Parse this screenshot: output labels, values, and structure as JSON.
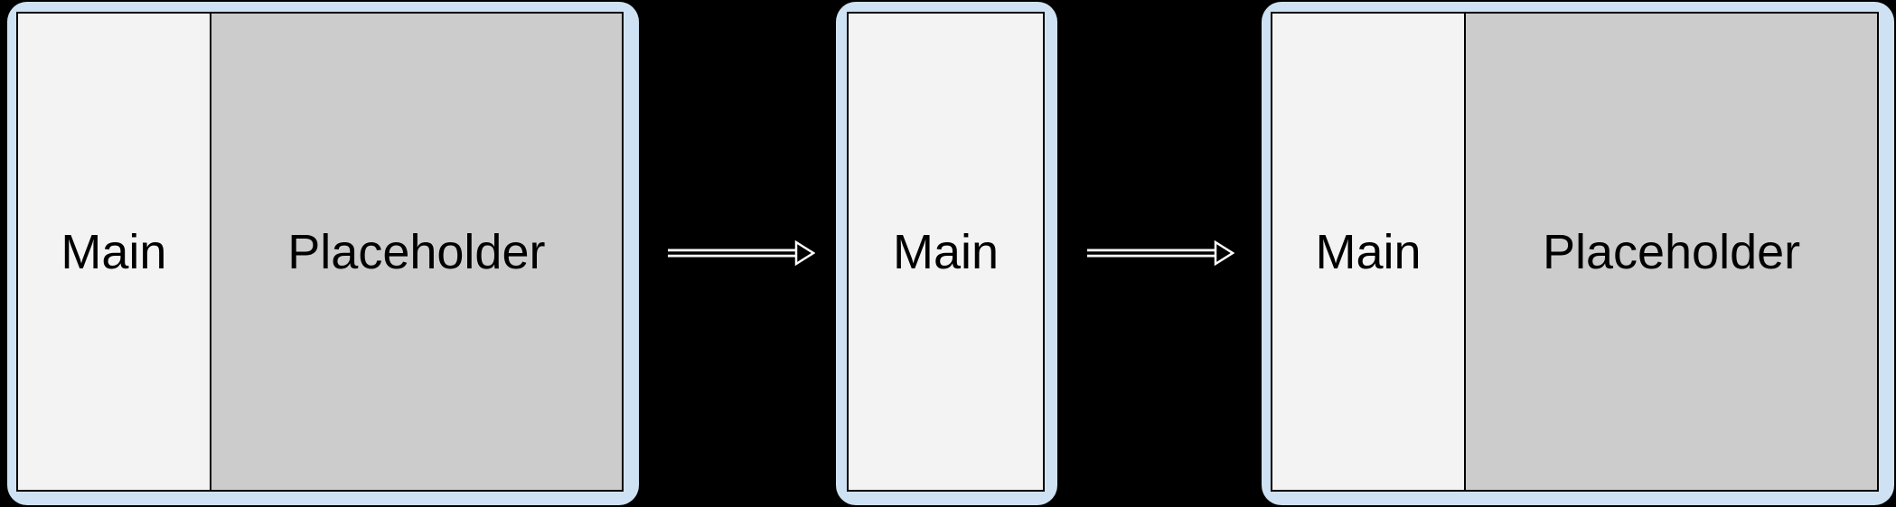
{
  "colors": {
    "background": "#000000",
    "device_frame": "#cfe2f3",
    "main_pane_bg": "#f3f3f3",
    "placeholder_pane_bg": "#cccccc",
    "pane_border": "#000000",
    "label_text": "#000000",
    "arrow_fill": "#000000",
    "arrow_outline": "#ffffff"
  },
  "diagram": {
    "panels": [
      {
        "name": "large-screen-two-pane-start",
        "panes": [
          {
            "label": "Main"
          },
          {
            "label": "Placeholder"
          }
        ]
      },
      {
        "name": "compact-screen-single-pane",
        "panes": [
          {
            "label": "Main"
          }
        ]
      },
      {
        "name": "large-screen-two-pane-end",
        "panes": [
          {
            "label": "Main"
          },
          {
            "label": "Placeholder"
          }
        ]
      }
    ],
    "arrows": [
      {
        "icon": "right-arrow-icon"
      },
      {
        "icon": "right-arrow-icon"
      }
    ]
  }
}
